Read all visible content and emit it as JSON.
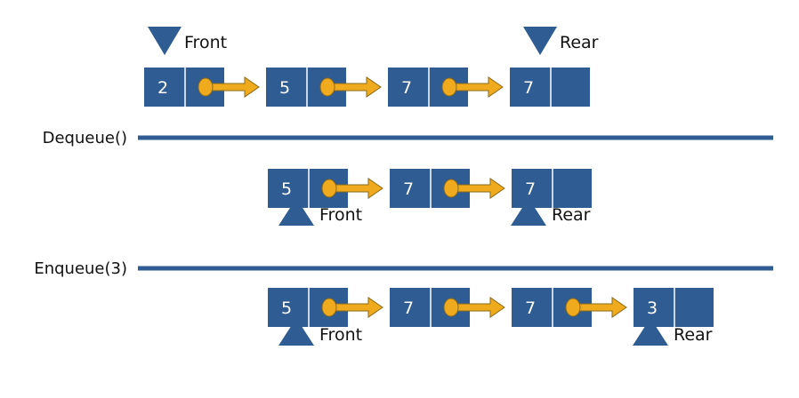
{
  "colors": {
    "node_fill": "#2e5c93",
    "node_divider": "#ffffff",
    "link_arrow": "#f0aa1e",
    "link_arrow_stroke": "#8a6a1a",
    "separator": "#2e5c93",
    "marker": "#2e5c93"
  },
  "rows": [
    {
      "operation": "",
      "nodes": [
        "2",
        "5",
        "7",
        "7"
      ],
      "front_label": "Front",
      "rear_label": "Rear"
    },
    {
      "operation": "Dequeue()",
      "nodes": [
        "5",
        "7",
        "7"
      ],
      "front_label": "Front",
      "rear_label": "Rear"
    },
    {
      "operation": "Enqueue(3)",
      "nodes": [
        "5",
        "7",
        "7",
        "3"
      ],
      "front_label": "Front",
      "rear_label": "Rear"
    }
  ]
}
